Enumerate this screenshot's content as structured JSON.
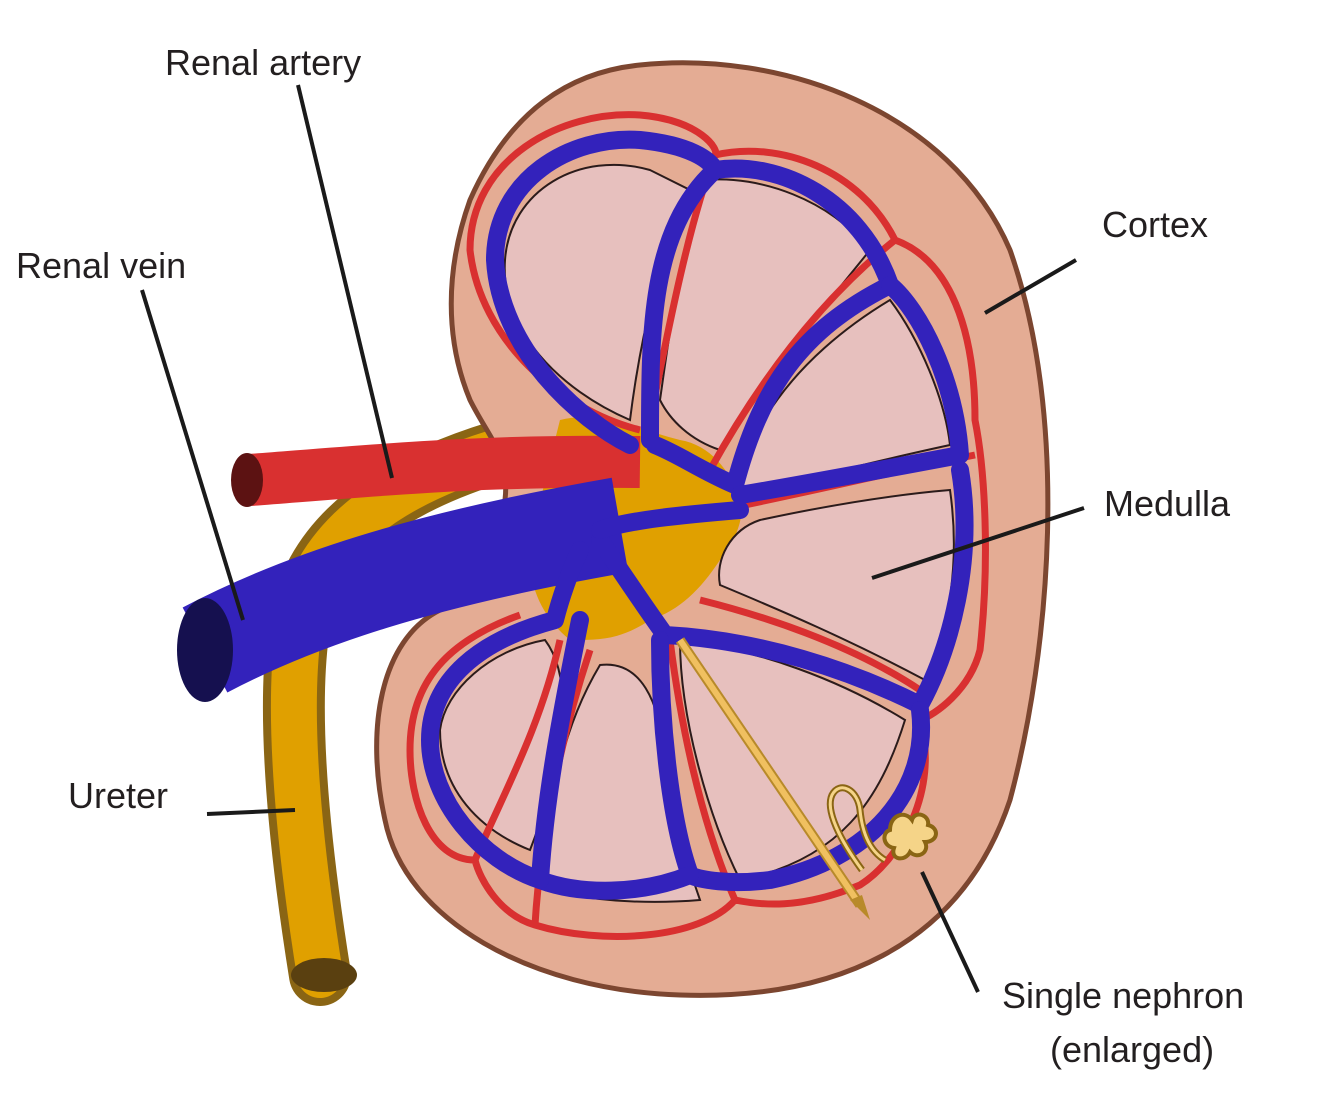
{
  "labels": {
    "renal_artery": "Renal artery",
    "renal_vein": "Renal vein",
    "cortex": "Cortex",
    "medulla": "Medulla",
    "ureter": "Ureter",
    "single_nephron_line1": "Single nephron",
    "single_nephron_line2": "(enlarged)"
  },
  "colors": {
    "cortex_fill": "#e4ac94",
    "cortex_outline": "#7c4630",
    "medulla_fill": "#e7c0be",
    "artery_red": "#d93030",
    "vein_blue": "#3322bb",
    "vein_dark": "#15104f",
    "ureter_gold": "#e0a000",
    "ureter_dark": "#8a6514",
    "leader_line": "#1a1a1a"
  }
}
